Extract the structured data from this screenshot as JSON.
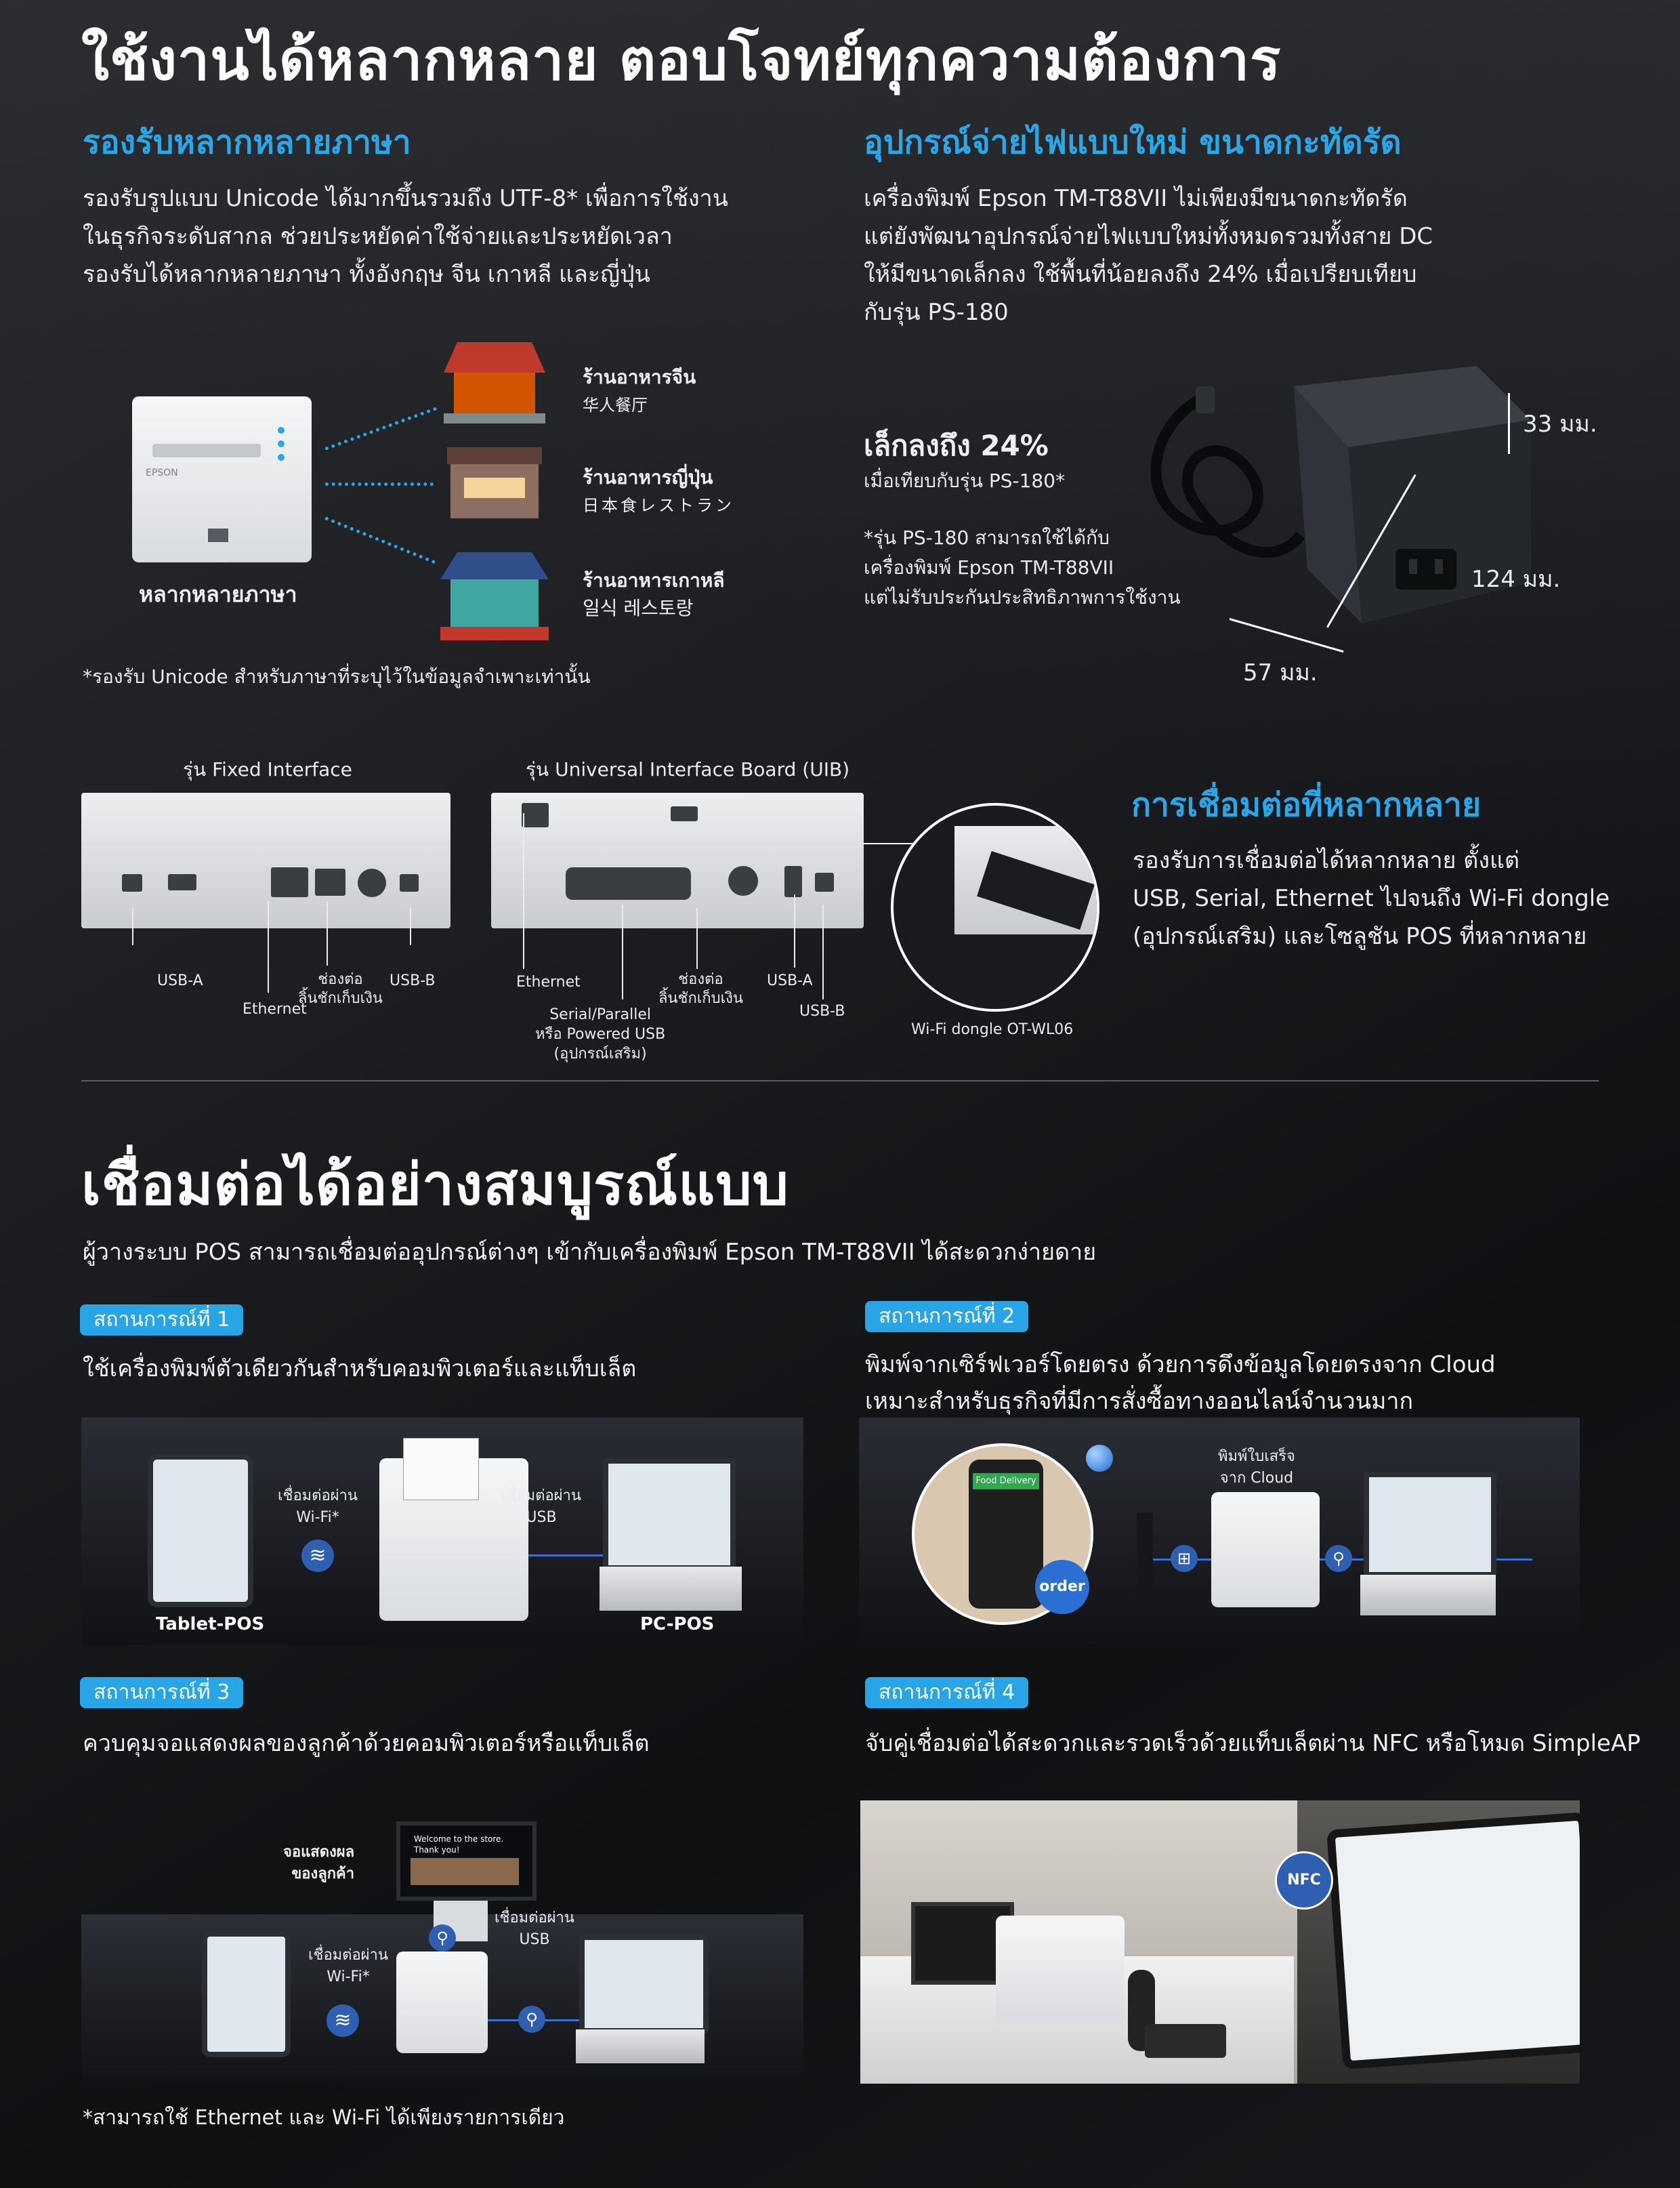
{
  "main_title": "ใช้งานได้หลากหลาย ตอบโจทย์ทุกความต้องการ",
  "language": {
    "heading": "รองรับหลากหลายภาษา",
    "body": [
      "รองรับรูปแบบ Unicode ได้มากขึ้นรวมถึง UTF-8* เพื่อการใช้งาน",
      "ในธุรกิจระดับสากล ช่วยประหยัดค่าใช้จ่ายและประหยัดเวลา",
      "รองรับได้หลากหลายภาษา ทั้งอังกฤษ จีน เกาหลี และญี่ปุ่น"
    ],
    "printer_caption": "หลากหลายภาษา",
    "printer_brand": "EPSON",
    "restaurants": [
      {
        "title": "ร้านอาหารจีน",
        "sub": "华人餐厅"
      },
      {
        "title": "ร้านอาหารญี่ปุ่น",
        "sub": "日本食レストラン"
      },
      {
        "title": "ร้านอาหารเกาหลี",
        "sub": "일식 레스토랑"
      }
    ],
    "footnote": "*รองรับ Unicode สำหรับภาษาที่ระบุไว้ในข้อมูลจำเพาะเท่านั้น"
  },
  "power": {
    "heading": "อุปกรณ์จ่ายไฟแบบใหม่ ขนาดกะทัดรัด",
    "body": [
      "เครื่องพิมพ์ Epson TM-T88VII ไม่เพียงมีขนาดกะทัดรัด",
      "แต่ยังพัฒนาอุปกรณ์จ่ายไฟแบบใหม่ทั้งหมดรวมทั้งสาย DC",
      "ให้มีขนาดเล็กลง ใช้พื้นที่น้อยลงถึง 24% เมื่อเปรียบเทียบ",
      "กับรุ่น PS-180"
    ],
    "stat_title": "เล็กลงถึง 24%",
    "stat_sub": "เมื่อเทียบกับรุ่น PS-180*",
    "note": [
      "*รุ่น PS-180 สามารถใช้ได้กับ",
      "เครื่องพิมพ์ Epson TM-T88VII",
      "แต่ไม่รับประกันประสิทธิภาพการใช้งาน"
    ],
    "dim_height": "33 มม.",
    "dim_length": "124 มม.",
    "dim_width": "57 มม."
  },
  "interfaces": {
    "fixed_title": "รุ่น Fixed Interface",
    "uib_title": "รุ่น Universal Interface Board (UIB)",
    "fixed_labels": {
      "usb_a": "USB-A",
      "ethernet": "Ethernet",
      "drawer": [
        "ช่องต่อ",
        "ลิ้นชักเก็บเงิน"
      ],
      "usb_b": "USB-B"
    },
    "uib_labels": {
      "ethernet": "Ethernet",
      "serial": [
        "Serial/Parallel",
        "หรือ Powered USB",
        "(อุปกรณ์เสริม)"
      ],
      "drawer": [
        "ช่องต่อ",
        "ลิ้นชักเก็บเงิน"
      ],
      "usb_a": "USB-A",
      "usb_b": "USB-B"
    },
    "dongle_caption": "Wi-Fi dongle OT-WL06",
    "heading": "การเชื่อมต่อที่หลากหลาย",
    "body": [
      "รองรับการเชื่อมต่อได้หลากหลาย ตั้งแต่",
      "USB, Serial, Ethernet ไปจนถึง Wi-Fi dongle",
      "(อุปกรณ์เสริม) และโซลูชัน POS ที่หลากหลาย"
    ]
  },
  "connect": {
    "title": "เชื่อมต่อได้อย่างสมบูรณ์แบบ",
    "subtitle": "ผู้วางระบบ POS สามารถเชื่อมต่ออุปกรณ์ต่างๆ เข้ากับเครื่องพิมพ์ Epson TM-T88VII ได้สะดวกง่ายดาย",
    "scenarios": [
      {
        "badge": "สถานการณ์ที่ 1",
        "text": [
          "ใช้เครื่องพิมพ์ตัวเดียวกันสำหรับคอมพิวเตอร์และแท็บเล็ต"
        ],
        "wifi_label": [
          "เชื่อมต่อผ่าน",
          "Wi-Fi*"
        ],
        "usb_label": [
          "เชื่อมต่อผ่าน",
          "USB"
        ],
        "left_device": "Tablet-POS",
        "right_device": "PC-POS"
      },
      {
        "badge": "สถานการณ์ที่ 2",
        "text": [
          "พิมพ์จากเซิร์ฟเวอร์โดยตรง ด้วยการดึงข้อมูลโดยตรงจาก Cloud",
          "เหมาะสำหรับธุรกิจที่มีการสั่งซื้อทางออนไลน์จำนวนมาก"
        ],
        "cloud_label": [
          "พิมพ์ใบเสร็จ",
          "จาก Cloud"
        ],
        "app_header": "Food Delivery",
        "order_label": "order"
      },
      {
        "badge": "สถานการณ์ที่ 3",
        "text": [
          "ควบคุมจอแสดงผลของลูกค้าด้วยคอมพิวเตอร์หรือแท็บเล็ต"
        ],
        "display_label": [
          "จอแสดงผล",
          "ของลูกค้า"
        ],
        "display_text": [
          "Welcome to the store.",
          "Thank you!"
        ],
        "wifi_label": [
          "เชื่อมต่อผ่าน",
          "Wi-Fi*"
        ],
        "usb_label": [
          "เชื่อมต่อผ่าน",
          "USB"
        ]
      },
      {
        "badge": "สถานการณ์ที่ 4",
        "text": [
          "จับคู่เชื่อมต่อได้สะดวกและรวดเร็วด้วยแท็บเล็ตผ่าน NFC หรือโหมด SimpleAP"
        ],
        "nfc_label": "NFC"
      }
    ],
    "footnote": "*สามารถใช้ Ethernet และ Wi-Fi ได้เพียงรายการเดียว"
  },
  "colors": {
    "accent": "#27a5e6",
    "background": "#141416",
    "link_line": "#3c6fd0"
  }
}
